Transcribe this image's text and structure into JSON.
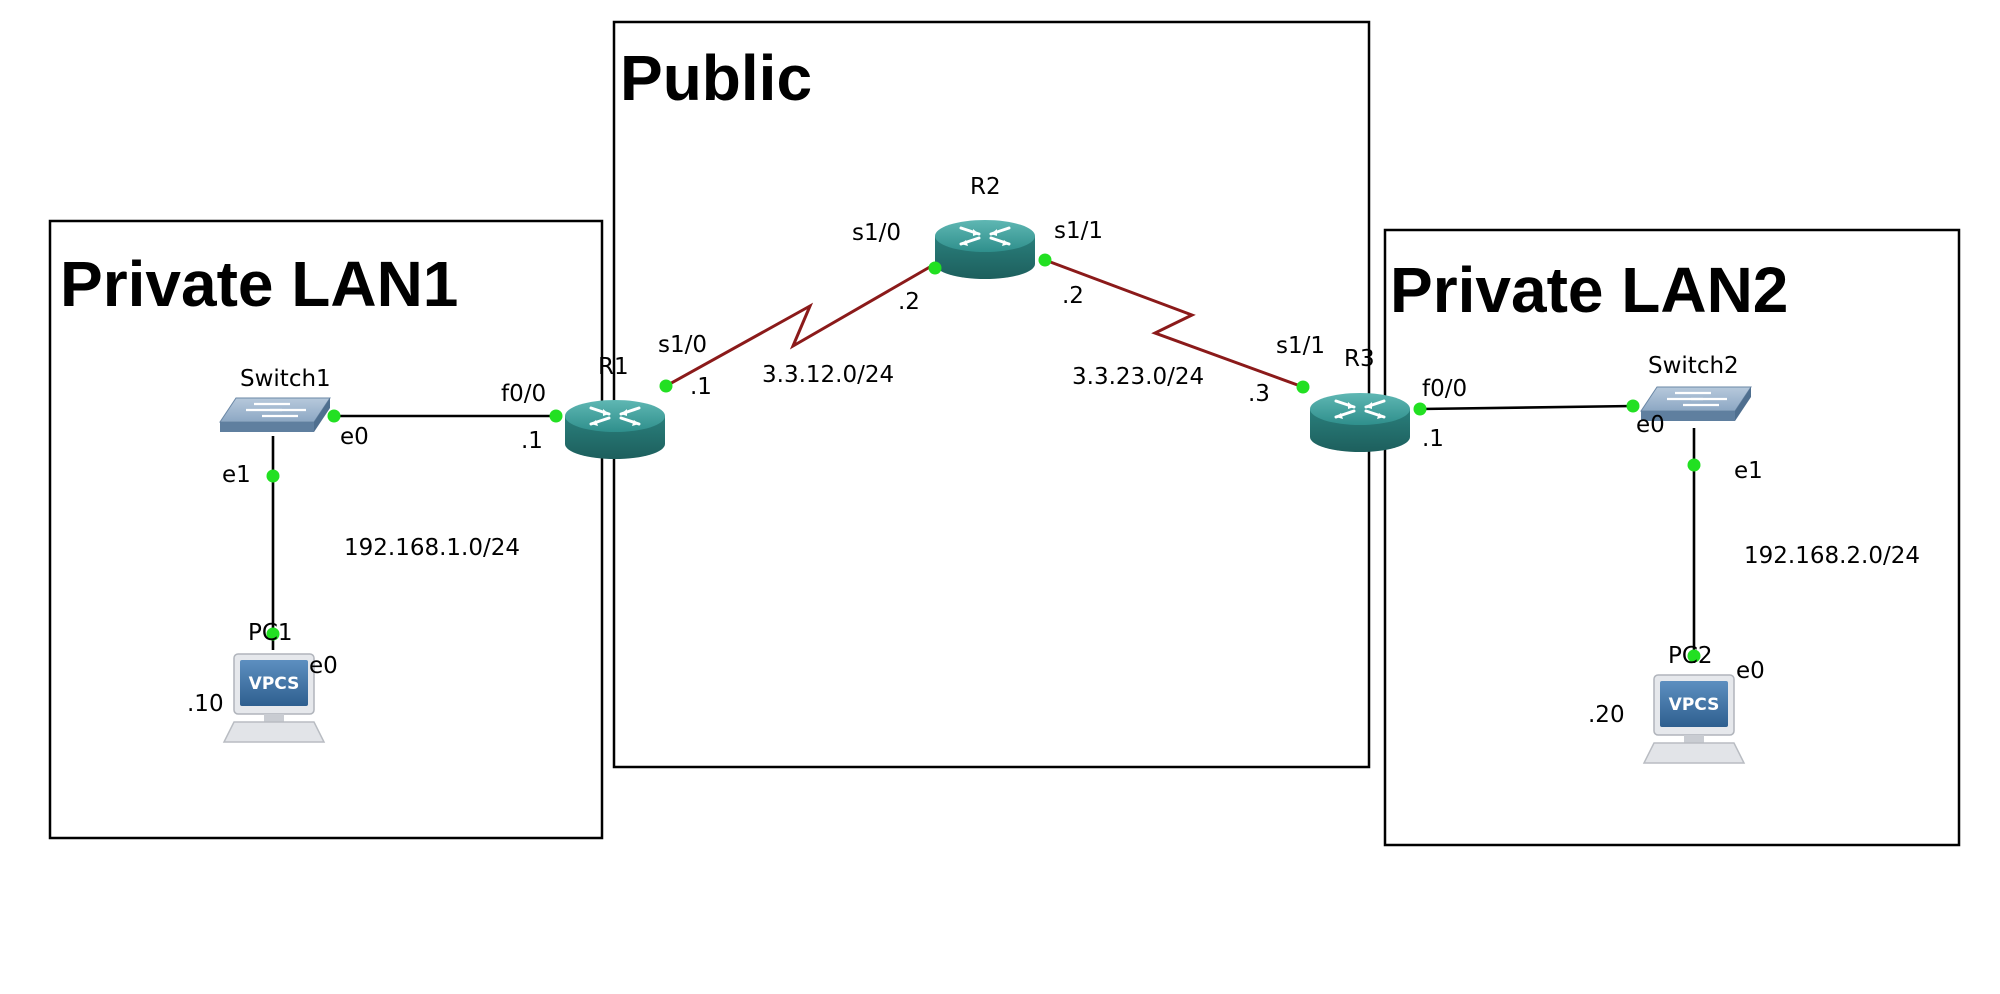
{
  "zones": {
    "lan1": {
      "title": "Private LAN1"
    },
    "public": {
      "title": "Public"
    },
    "lan2": {
      "title": "Private LAN2"
    }
  },
  "devices": {
    "switch1": {
      "name": "Switch1"
    },
    "switch2": {
      "name": "Switch2"
    },
    "pc1": {
      "name": "PC1",
      "badge": "VPCS"
    },
    "pc2": {
      "name": "PC2",
      "badge": "VPCS"
    },
    "r1": {
      "name": "R1"
    },
    "r2": {
      "name": "R2"
    },
    "r3": {
      "name": "R3"
    }
  },
  "interfaces": {
    "sw1_e0": "e0",
    "sw1_e1": "e1",
    "pc1_e0": "e0",
    "r1_f00": "f0/0",
    "r1_s10": "s1/0",
    "r2_s10": "s1/0",
    "r2_s11": "s1/1",
    "r3_s11": "s1/1",
    "r3_f00": "f0/0",
    "sw2_e0": "e0",
    "sw2_e1": "e1",
    "pc2_e0": "e0"
  },
  "addresses": {
    "pc1": ".10",
    "r1_f00": ".1",
    "r1_s10": ".1",
    "r2_s10": ".2",
    "r2_s11": ".2",
    "r3_s11": ".3",
    "r3_f00": ".1",
    "pc2": ".20"
  },
  "networks": {
    "lan1": "192.168.1.0/24",
    "r1_r2": "3.3.12.0/24",
    "r2_r3": "3.3.23.0/24",
    "lan2": "192.168.2.0/24"
  },
  "colors": {
    "port_led": "#22e022",
    "serial_link": "#8b1a1a",
    "router": "#2f8f8c",
    "switch": "#7f9bb8",
    "vpcs_screen": "#3f6f9f"
  },
  "icons": {
    "router": "router-icon",
    "switch": "switch-icon",
    "pc": "vpcs-pc-icon"
  }
}
